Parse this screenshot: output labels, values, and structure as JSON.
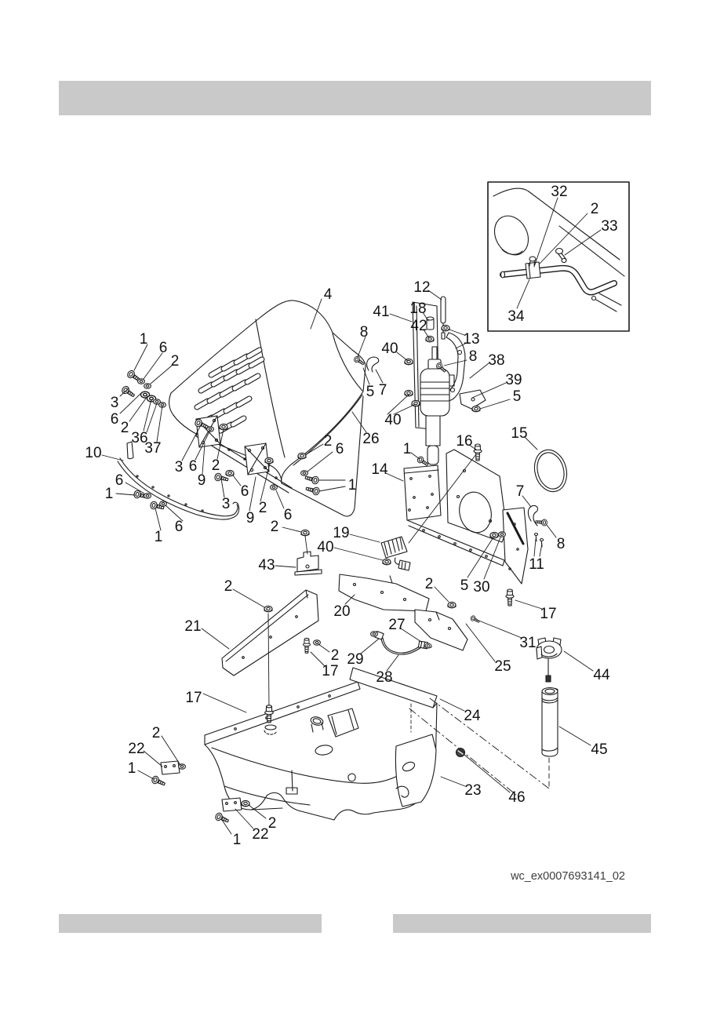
{
  "figure": {
    "kind": "exploded-parts-diagram",
    "watermark": "wc_ex0007693141_02"
  },
  "colors": {
    "bar": "#c9c9c9",
    "ink": "#1a1a1a",
    "background": "#ffffff"
  },
  "callouts": [
    "4",
    "1",
    "6",
    "2",
    "3",
    "6",
    "2",
    "36",
    "37",
    "41",
    "8",
    "40",
    "12",
    "18",
    "42",
    "13",
    "8",
    "38",
    "39",
    "5",
    "5",
    "7",
    "26",
    "40",
    "10",
    "6",
    "1",
    "6",
    "1",
    "3",
    "6",
    "9",
    "2",
    "6",
    "3",
    "2",
    "9",
    "6",
    "2",
    "2",
    "6",
    "1",
    "1",
    "16",
    "15",
    "14",
    "7",
    "8",
    "11",
    "5",
    "30",
    "2",
    "17",
    "19",
    "40",
    "43",
    "2",
    "21",
    "20",
    "27",
    "29",
    "28",
    "2",
    "17",
    "17",
    "31",
    "25",
    "44",
    "45",
    "24",
    "23",
    "46",
    "2",
    "22",
    "1",
    "2",
    "22",
    "1",
    "32",
    "2",
    "33",
    "34"
  ]
}
